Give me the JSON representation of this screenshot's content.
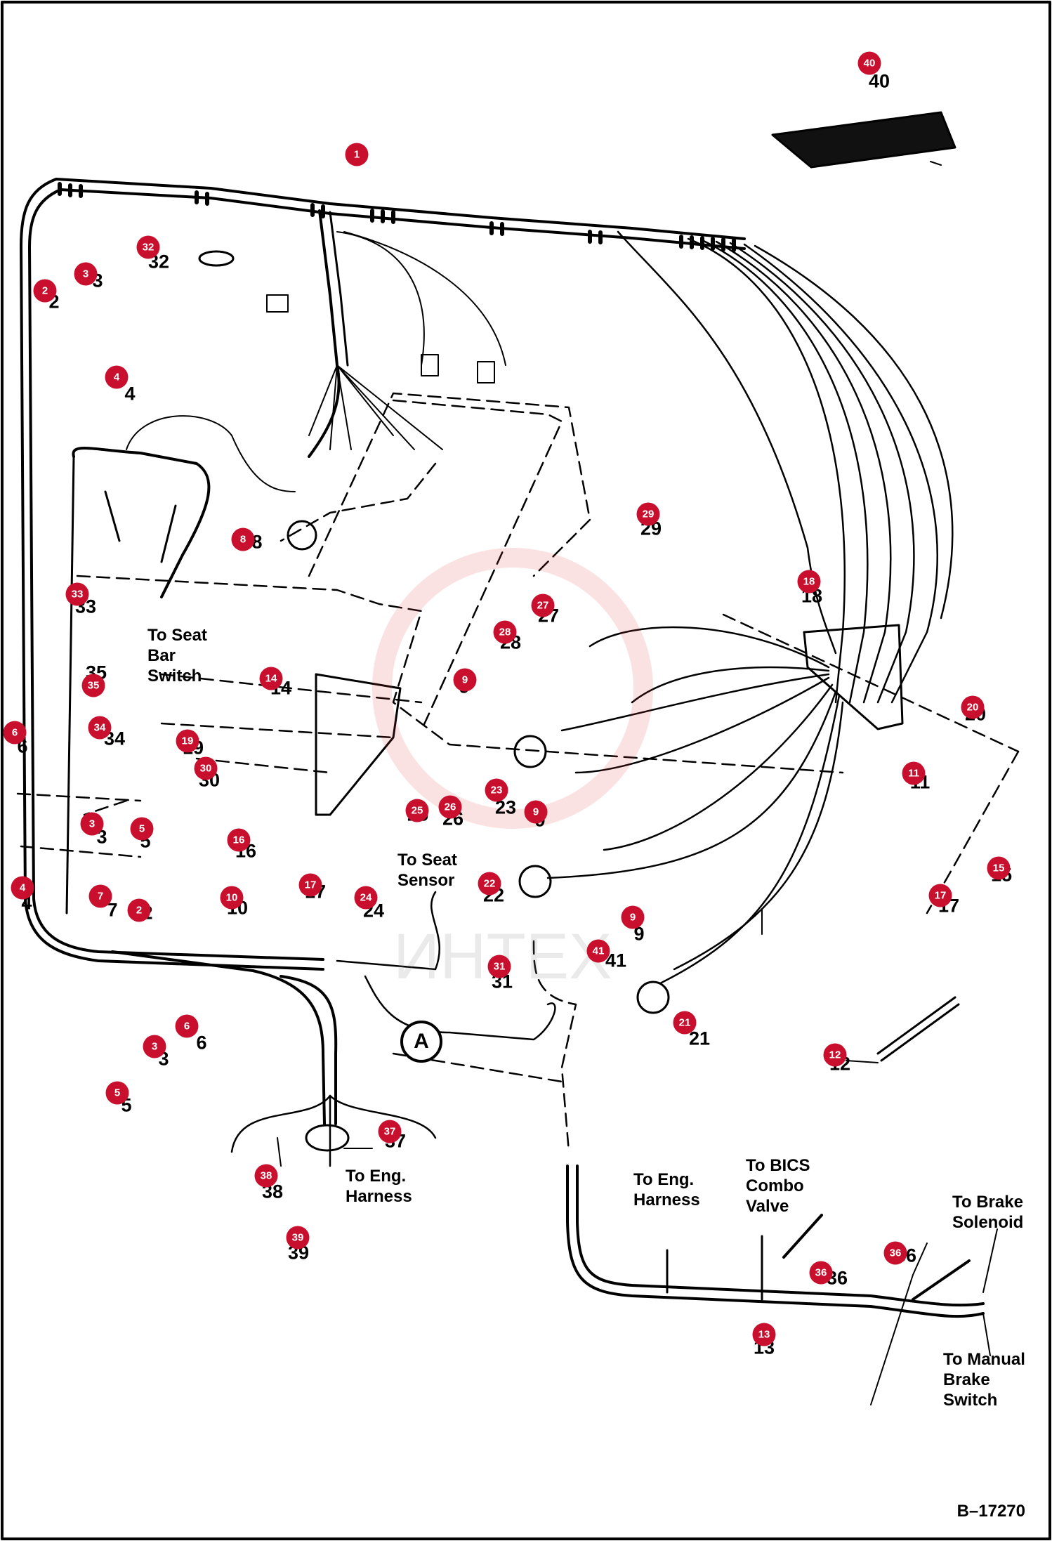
{
  "figure_id": "B–17270",
  "watermark": "ИНТЕХ",
  "view_marker": "A",
  "notes": {
    "seat_bar": "To Seat\nBar\nSwitch",
    "seat_sensor": "To Seat\nSensor",
    "eng_harness_1": "To Eng.\nHarness",
    "eng_harness_2": "To Eng.\nHarness",
    "bics": "To BICS\nCombo\nValve",
    "brake_solenoid": "To Brake\nSolenoid",
    "manual_brake": "To Manual\nBrake\nSwitch"
  },
  "part_labels": [
    "40",
    "32",
    "3",
    "2",
    "4",
    "8",
    "33",
    "35",
    "34",
    "6",
    "3",
    "5",
    "4",
    "7",
    "2",
    "19",
    "30",
    "14",
    "16",
    "10",
    "17",
    "24",
    "29",
    "28",
    "27",
    "9",
    "18",
    "20",
    "23",
    "25",
    "26",
    "9",
    "11",
    "15",
    "17",
    "22",
    "9",
    "41",
    "31",
    "21",
    "12",
    "3",
    "6",
    "5",
    "37",
    "38",
    "39",
    "13",
    "36",
    "36"
  ],
  "callouts": [
    "40",
    "1",
    "32",
    "3",
    "2",
    "4",
    "8",
    "33",
    "35",
    "34",
    "6",
    "3",
    "5",
    "4",
    "7",
    "2",
    "14",
    "19",
    "30",
    "16",
    "10",
    "17",
    "24",
    "29",
    "28",
    "27",
    "9",
    "18",
    "20",
    "23",
    "25",
    "26",
    "9",
    "11",
    "15",
    "17",
    "22",
    "9",
    "41",
    "31",
    "21",
    "12",
    "3",
    "6",
    "5",
    "37",
    "38",
    "39",
    "13",
    "36",
    "36"
  ]
}
